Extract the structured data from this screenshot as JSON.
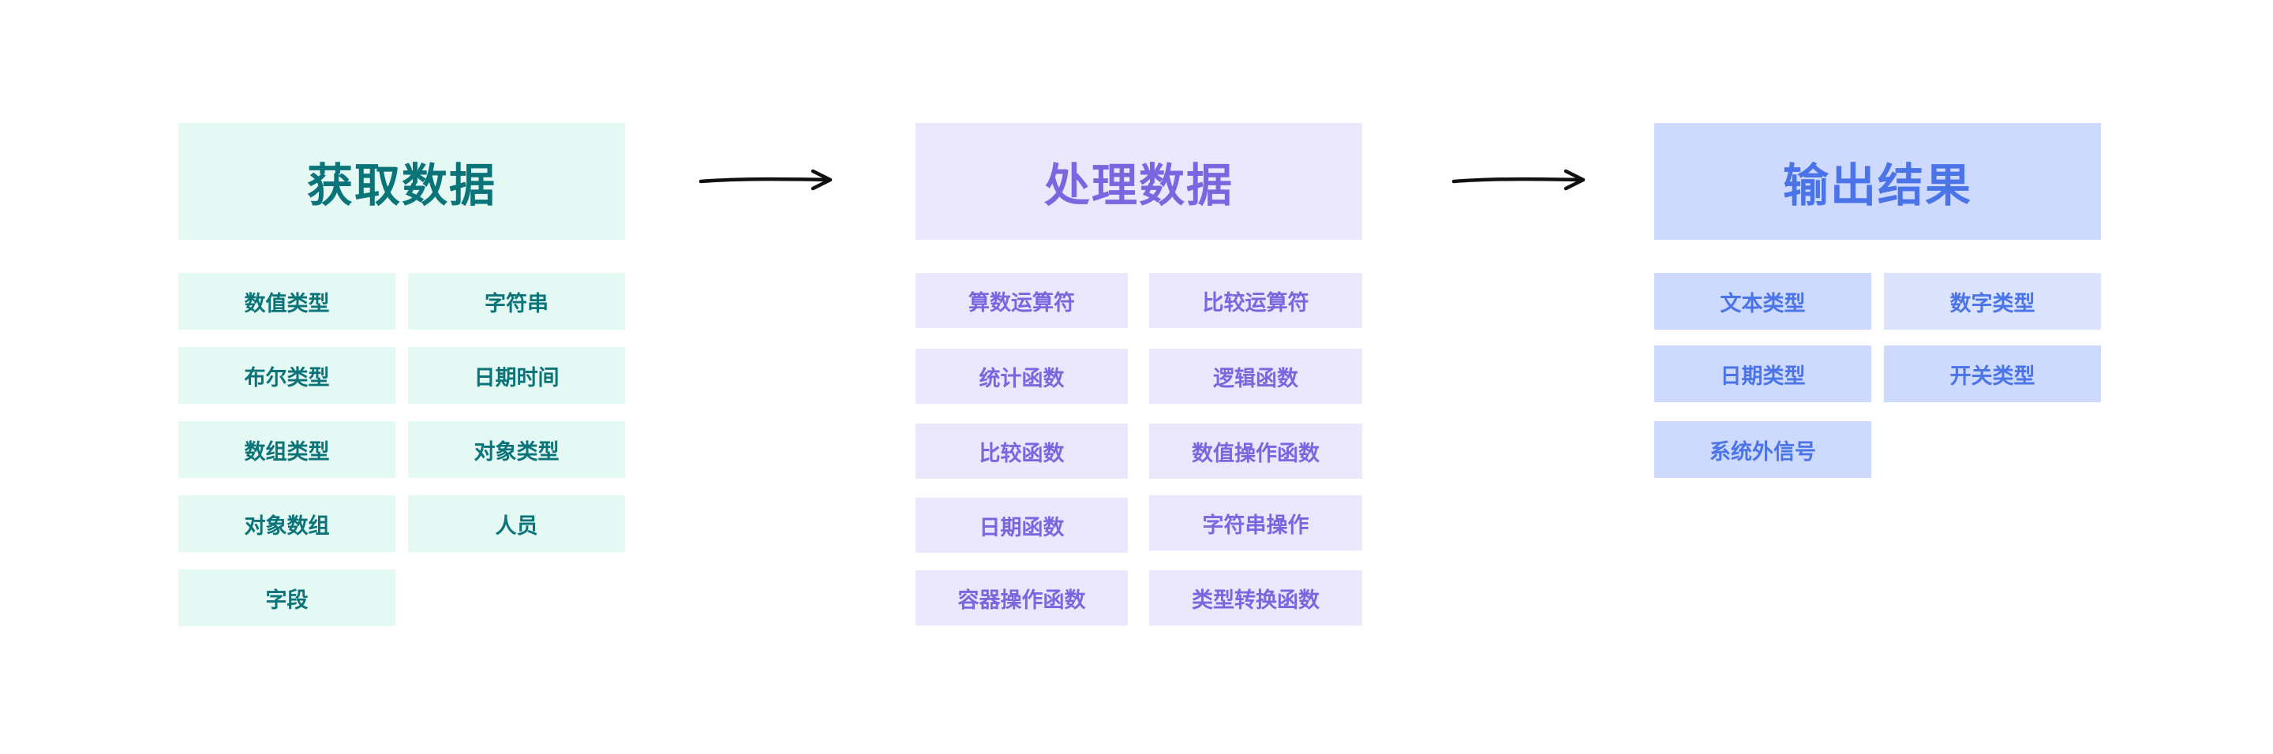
{
  "stages": [
    {
      "title": "获取数据",
      "items": [
        "数值类型",
        "字符串",
        "布尔类型",
        "日期时间",
        "数组类型",
        "对象类型",
        "对象数组",
        "人员",
        "字段"
      ]
    },
    {
      "title": "处理数据",
      "items": [
        "算数运算符",
        "比较运算符",
        "统计函数",
        "逻辑函数",
        "比较函数",
        "数值操作函数",
        "日期函数",
        "字符串操作",
        "容器操作函数",
        "类型转换函数"
      ]
    },
    {
      "title": "输出结果",
      "items": [
        "文本类型",
        "数字类型",
        "日期类型",
        "开关类型",
        "系统外信号"
      ]
    }
  ],
  "colors": {
    "get_bg": "#e4f8f4",
    "get_text": "#0b7478",
    "process_bg": "#ebe7fd",
    "process_text": "#7a67e0",
    "output_bg": "#cdd9fd",
    "output_text": "#4a74e8",
    "arrow": "#111111"
  }
}
